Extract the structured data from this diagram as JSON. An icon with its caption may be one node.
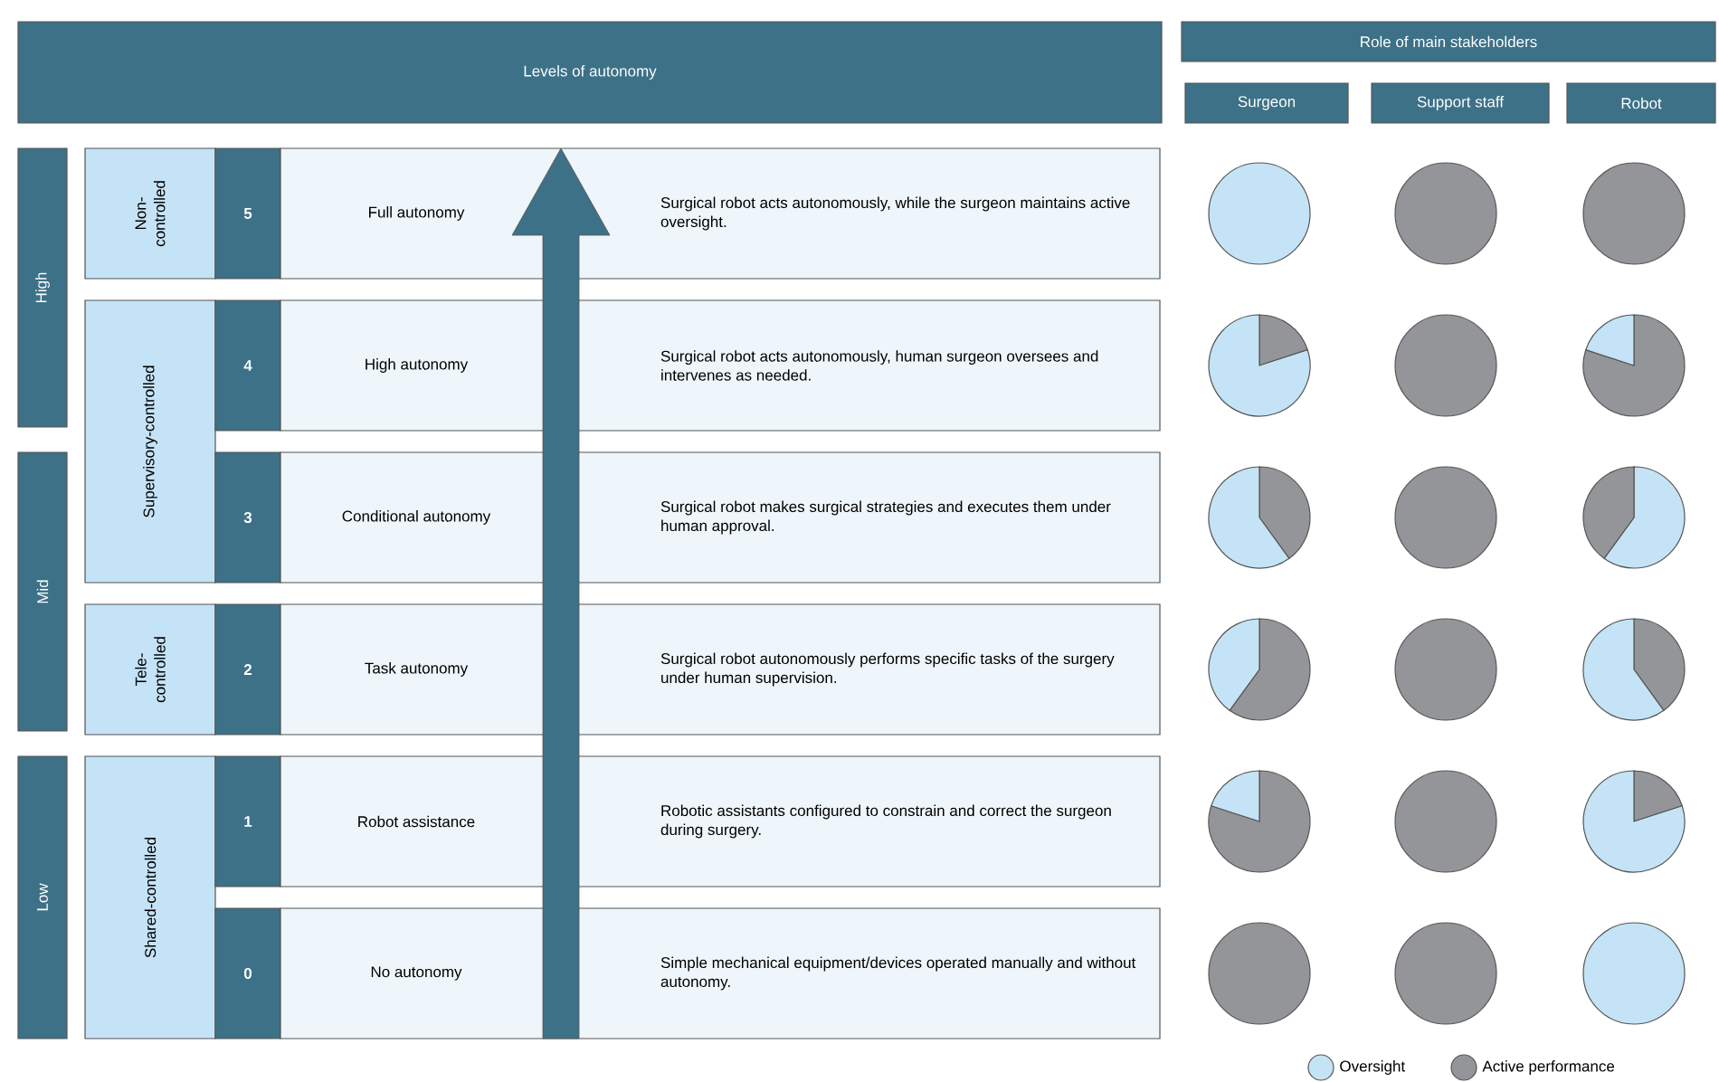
{
  "diagram": {
    "nodes": [
      {
        "text": [
          "Levels of autonomy"
        ]
      },
      {
        "text": [
          "Role of main stakeholders"
        ]
      },
      {
        "text": [
          "Surgeon"
        ]
      },
      {
        "text": [
          "Support staff"
        ]
      },
      {
        "text": [
          "Robot"
        ]
      },
      {
        "text": [
          "High"
        ]
      },
      {
        "text": [
          "Non-controlled"
        ]
      },
      {
        "text": [
          "5"
        ]
      },
      {
        "text": [
          "Full autonomy",
          "Surgical robot acts autonomously, while the surgeon maintains active oversight."
        ]
      },
      {
        "text": [
          "Supervisory-controlled"
        ]
      },
      {
        "text": [
          "4"
        ]
      },
      {
        "text": [
          "High autonomy",
          "Surgical robot acts autonomously, human surgeon oversees and intervenes as needed."
        ]
      },
      {
        "text": [
          "Mid"
        ]
      },
      {
        "text": [
          "3"
        ]
      },
      {
        "text": [
          "Conditional autonomy",
          "Surgical robot makes surgical strategies and executes them under human approval."
        ]
      },
      {
        "text": [
          "Tele-controlled"
        ]
      },
      {
        "text": [
          "2"
        ]
      },
      {
        "text": [
          "Task autonomy",
          "Surgical robot autonomously performs specific tasks of the surgery under human supervision."
        ]
      },
      {
        "text": [
          "Low"
        ]
      },
      {
        "text": [
          "Shared-controlled"
        ]
      },
      {
        "text": [
          "1"
        ]
      },
      {
        "text": [
          "Robot assistance",
          "Robotic assistants configured to constrain and correct the surgeon during surgery."
        ]
      },
      {
        "text": [
          "0"
        ]
      },
      {
        "text": [
          "No autonomy",
          "Simple mechanical equipment/devices operated manually and without autonomy."
        ]
      }
    ],
    "legend": [
      {
        "text": "Oversight",
        "color": "#c5e3f6"
      },
      {
        "text": "Active performance",
        "color": "#939598"
      }
    ]
  }
}
